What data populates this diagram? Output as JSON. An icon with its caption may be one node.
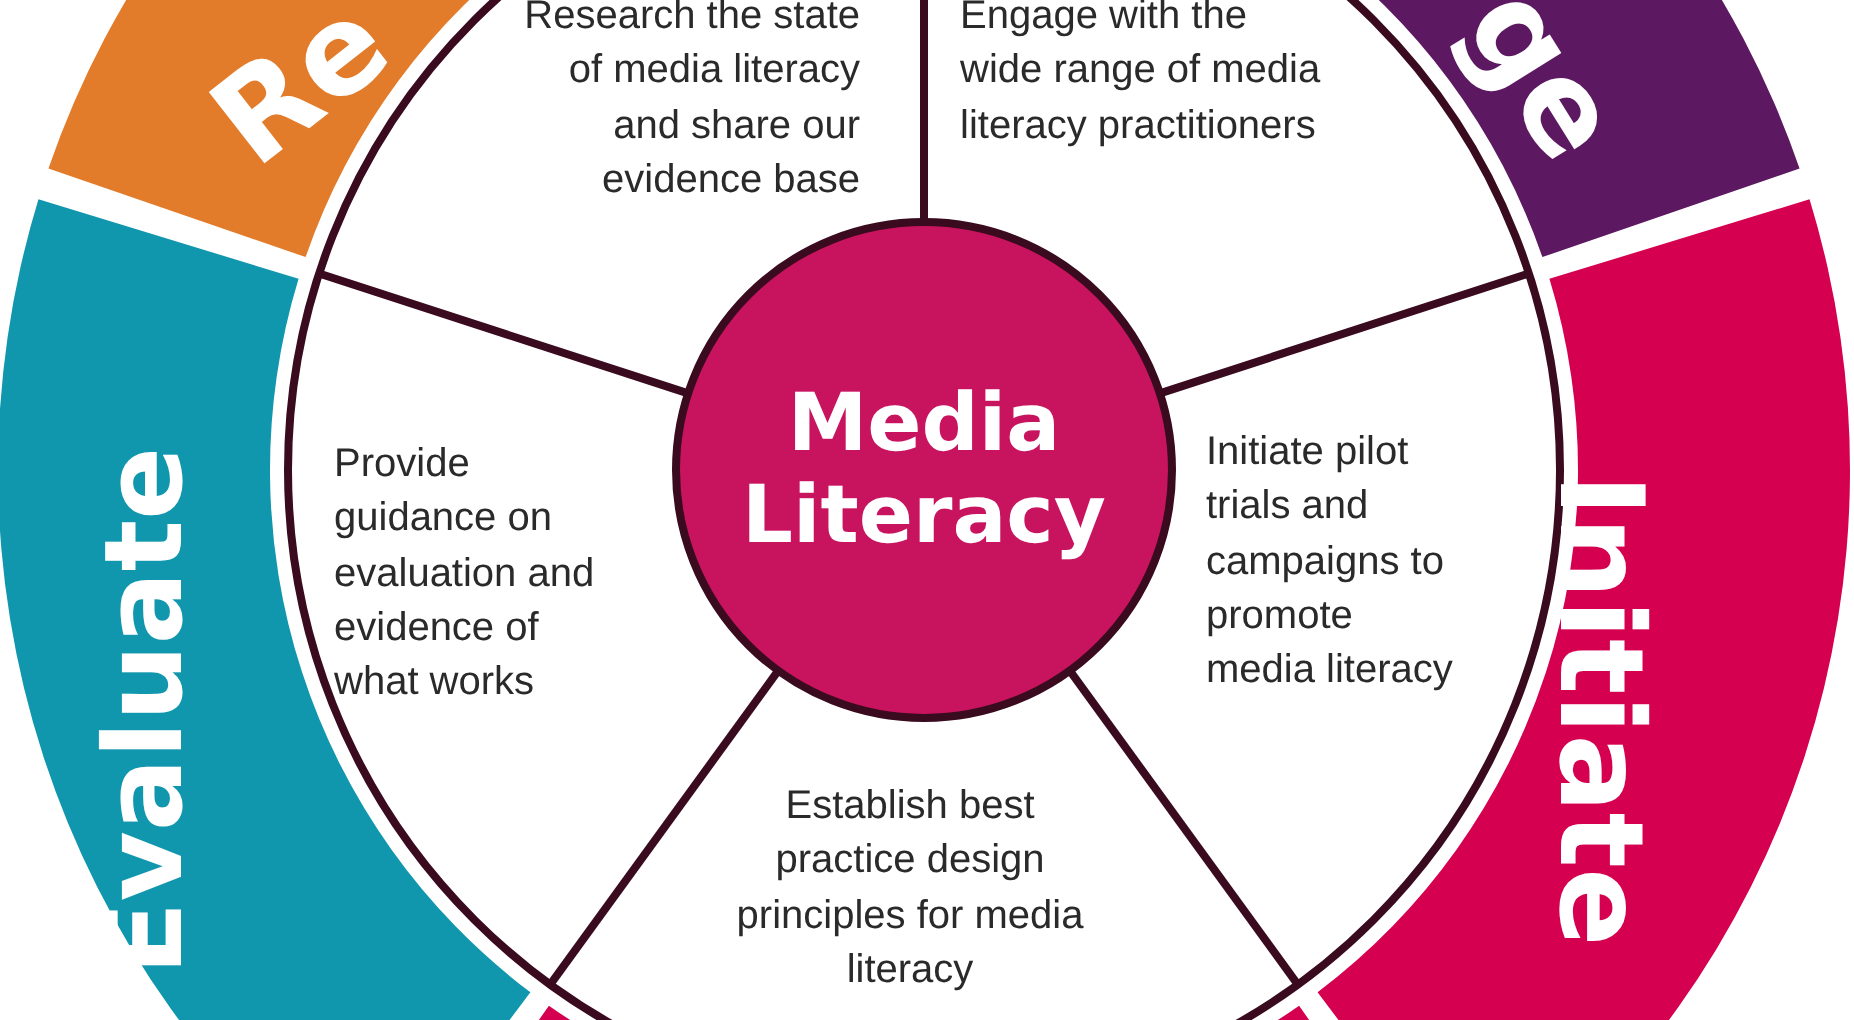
{
  "diagram": {
    "nodes": [
      {
        "text": [
          "Re"
        ]
      },
      {
        "text": [
          "ge"
        ]
      },
      {
        "text": [
          "Research the state of media literacy and share our evidence base"
        ]
      },
      {
        "text": [
          "Engage with the wide range of media literacy practitioners"
        ]
      },
      {
        "text": [
          "Media Literacy"
        ]
      },
      {
        "text": [
          "Evaluate"
        ]
      },
      {
        "text": [
          "Provide guidance on evaluation and evidence of what works"
        ]
      },
      {
        "text": [
          "Initiate pilot trials and campaigns to promote media literacy"
        ]
      },
      {
        "text": [
          "Initiate"
        ]
      },
      {
        "text": [
          "Establish best practice design principles for media literacy"
        ]
      }
    ]
  }
}
